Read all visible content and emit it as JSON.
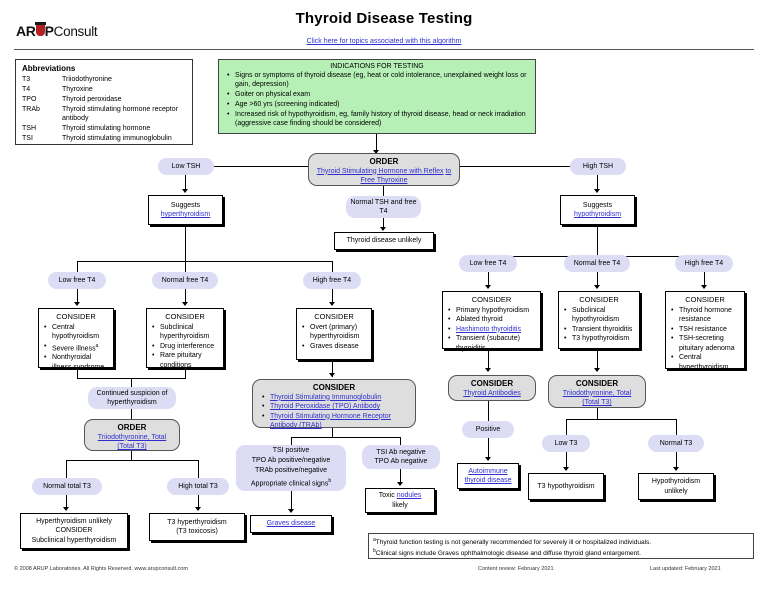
{
  "header": {
    "logo_ar": "AR",
    "logo_p": "P",
    "logo_consult": "Consult",
    "title": "Thyroid Disease Testing",
    "subtitle_link": "Click here for topics associated with this algorithm"
  },
  "abbreviations": {
    "heading": "Abbreviations",
    "rows": [
      {
        "key": "T3",
        "value": "Triiodothyronine"
      },
      {
        "key": "T4",
        "value": "Thyroxine"
      },
      {
        "key": "TPO",
        "value": "Thyroid peroxidase"
      },
      {
        "key": "TRAb",
        "value": "Thyroid stimulating hormone receptor antibody"
      },
      {
        "key": "TSH",
        "value": "Thyroid stimulating hormone"
      },
      {
        "key": "TSI",
        "value": "Thyroid stimulating immunoglobulin"
      }
    ]
  },
  "indications": {
    "heading": "INDICATIONS FOR TESTING",
    "items": [
      "Signs or symptoms of thyroid disease (eg, heat or cold intolerance, unexplained weight loss or gain, depression)",
      "Goiter on physical exam",
      "Age >60 yrs (screening indicated)",
      "Increased risk of hypothyroidism, eg, family history of thyroid disease, head or neck irradiation (aggressive case finding should be considered)"
    ]
  },
  "nodes": {
    "order_tsh": {
      "heading": "ORDER",
      "link_line1": "Thyroid Stimulating Hormone with Reflex",
      "link_line2": "to Free Thyroxine"
    },
    "low_tsh": "Low TSH",
    "high_tsh": "High TSH",
    "normal_tsh_ft4": "Normal TSH and free T4",
    "thyroid_disease_unlikely": "Thyroid disease unlikely",
    "suggests_hyper": {
      "line1": "Suggests",
      "link": "hyperthyroidism"
    },
    "suggests_hypo": {
      "line1": "Suggests",
      "link": "hypothyroidism"
    },
    "hyper_low_ft4": "Low free T4",
    "hyper_normal_ft4": "Normal free T4",
    "hyper_high_ft4": "High free T4",
    "consider_hyper_low": {
      "title": "CONSIDER",
      "items": [
        "Central hypothyroidism",
        "Severe illness",
        "Nonthyroidal illness syndrome"
      ],
      "footnote_on_item": 1,
      "footnote_marker": "a"
    },
    "consider_hyper_normal": {
      "title": "CONSIDER",
      "items": [
        "Subclinical hyperthyroidism",
        "Drug interference",
        "Rare pituitary conditions"
      ]
    },
    "consider_hyper_high": {
      "title": "CONSIDER",
      "items": [
        "Overt (primary) hyperthyroidism",
        "Graves disease"
      ]
    },
    "continued_suspicion": "Continued suspicion of hyperthyroidism",
    "order_t3_left": {
      "heading": "ORDER",
      "link_line1": "Triiodothyronine, Total",
      "link_line2": "(Total T3)"
    },
    "normal_total_t3": "Normal total T3",
    "high_total_t3": "High total T3",
    "hyper_unlikely": {
      "line1": "Hyperthyroidism unlikely",
      "line2": "CONSIDER",
      "line3": "Subclinical hyperthyroidism"
    },
    "t3_hyperthyroidism": {
      "line1": "T3 hyperthyroidism",
      "line2": "(T3 toxicosis)"
    },
    "consider_antibodies": {
      "title": "CONSIDER",
      "items": [
        "Thyroid Stimulating Immunoglobulin",
        "Thyroid Peroxidase (TPO) Antibody",
        "Thyroid Stimulating Hormone Receptor Antibody (TRAb)"
      ]
    },
    "tsi_positive": {
      "line1": "TSI positive",
      "line2": "TPO Ab positive/negative",
      "line3": "TRAb positive/negative",
      "line4": "Appropriate clinical signs",
      "footnote_marker": "b"
    },
    "tsi_negative": {
      "line1": "TSI Ab negative",
      "line2": "TPO Ab negative"
    },
    "toxic_nodules": {
      "pre": "Toxic ",
      "link": "nodules",
      "post": " likely"
    },
    "graves_disease": "Graves disease",
    "hypo_low_ft4": "Low free T4",
    "hypo_normal_ft4": "Normal free T4",
    "hypo_high_ft4": "High free T4",
    "consider_hypo_low": {
      "title": "CONSIDER",
      "items": [
        "Primary hypothyroidism",
        "Ablated thyroid",
        "Hashimoto thyroiditis",
        "Transient (subacute) thyroiditis"
      ],
      "link_item": 2
    },
    "consider_hypo_normal": {
      "title": "CONSIDER",
      "items": [
        "Subclinical hypothyroidism",
        "Transient thyroiditis",
        "T3 hypothyroidism"
      ]
    },
    "consider_hypo_high": {
      "title": "CONSIDER",
      "items": [
        "Thyroid hormone resistance",
        "TSH resistance",
        "TSH-secreting pituitary adenoma",
        "Central hyperthyroidism"
      ]
    },
    "consider_thyroid_antibodies": {
      "heading": "CONSIDER",
      "link": "Thyroid Antibodies"
    },
    "positive": "Positive",
    "autoimmune": {
      "line1": "Autoimmune",
      "line2": "thyroid disease"
    },
    "order_t3_right": {
      "heading": "CONSIDER",
      "link_line1": "Triiodothyronine, Total",
      "link_line2": "(Total T3)"
    },
    "low_t3": "Low T3",
    "normal_t3": "Normal T3",
    "t3_hypothyroidism": "T3 hypothyroidism",
    "hypo_unlikely": {
      "line1": "Hypothyroidism",
      "line2": "unlikely"
    }
  },
  "footnotes": {
    "a_marker": "a",
    "a_text": "Thyroid function testing is not generally recommended for severely ill or hospitalized individuals.",
    "b_marker": "b",
    "b_text": "Clinical signs include Graves ophthalmologic disease and diffuse thyroid gland enlargement."
  },
  "footer": {
    "copyright": "© 2008 ARUP Laboratories. All Rights Reserved. www.arupconsult.com",
    "review": "Content review: February 2021",
    "updated": "Last updated: February 2021"
  },
  "colors": {
    "pill": "#dcdcf5",
    "indications_green": "#b6f0b6",
    "order_gray": "#dedede",
    "link_blue": "#2f2fd0",
    "logo_red": "#b41f24"
  }
}
